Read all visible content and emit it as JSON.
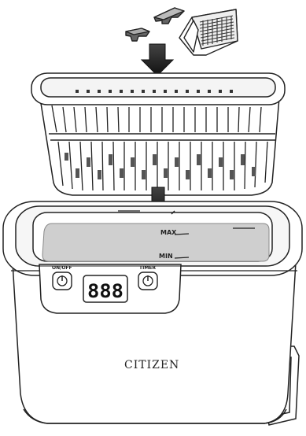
{
  "device": {
    "brand": "CITIZEN",
    "display_value": "888",
    "power_button_label": "ON/OFF",
    "timer_button_label": "TIMER",
    "max_label": "MAX",
    "min_label": "MIN"
  }
}
